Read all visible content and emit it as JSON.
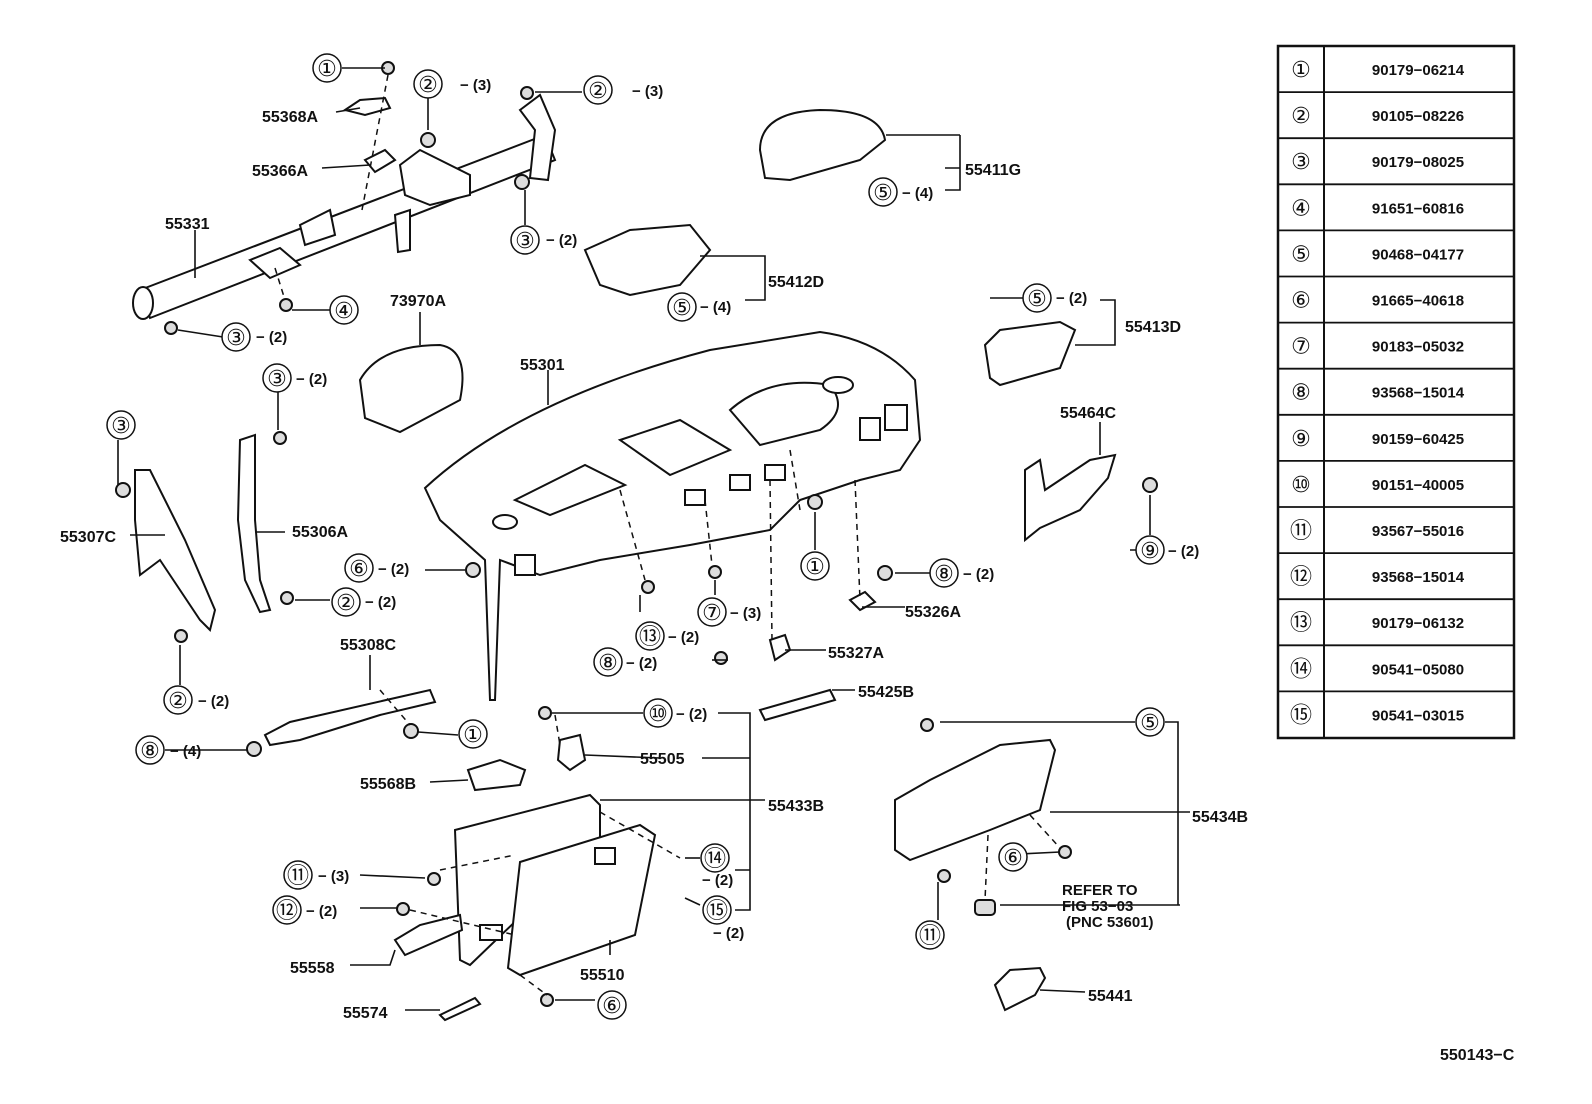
{
  "diagram_id": "550143−C",
  "table": [
    {
      "circ": "①",
      "pn": "90179−06214"
    },
    {
      "circ": "②",
      "pn": "90105−08226"
    },
    {
      "circ": "③",
      "pn": "90179−08025"
    },
    {
      "circ": "④",
      "pn": "91651−60816"
    },
    {
      "circ": "⑤",
      "pn": "90468−04177"
    },
    {
      "circ": "⑥",
      "pn": "91665−40618"
    },
    {
      "circ": "⑦",
      "pn": "90183−05032"
    },
    {
      "circ": "⑧",
      "pn": "93568−15014"
    },
    {
      "circ": "⑨",
      "pn": "90159−60425"
    },
    {
      "circ": "⑩",
      "pn": "90151−40005"
    },
    {
      "circ": "⑪",
      "pn": "93567−55016"
    },
    {
      "circ": "⑫",
      "pn": "93568−15014"
    },
    {
      "circ": "⑬",
      "pn": "90179−06132"
    },
    {
      "circ": "⑭",
      "pn": "90541−05080"
    },
    {
      "circ": "⑮",
      "pn": "90541−03015"
    }
  ],
  "labels": [
    {
      "id": "55368A",
      "text": "55368A"
    },
    {
      "id": "55366A",
      "text": "55366A"
    },
    {
      "id": "55331",
      "text": "55331"
    },
    {
      "id": "73970A",
      "text": "73970A"
    },
    {
      "id": "55301",
      "text": "55301"
    },
    {
      "id": "55411G",
      "text": "55411G"
    },
    {
      "id": "55412D",
      "text": "55412D"
    },
    {
      "id": "55413D",
      "text": "55413D"
    },
    {
      "id": "55464C",
      "text": "55464C"
    },
    {
      "id": "55307C",
      "text": "55307C"
    },
    {
      "id": "55306A",
      "text": "55306A"
    },
    {
      "id": "55308C",
      "text": "55308C"
    },
    {
      "id": "55326A",
      "text": "55326A"
    },
    {
      "id": "55327A",
      "text": "55327A"
    },
    {
      "id": "55425B",
      "text": "55425B"
    },
    {
      "id": "55505",
      "text": "55505"
    },
    {
      "id": "55568B",
      "text": "55568B"
    },
    {
      "id": "55433B",
      "text": "55433B"
    },
    {
      "id": "55434B",
      "text": "55434B"
    },
    {
      "id": "55558",
      "text": "55558"
    },
    {
      "id": "55510",
      "text": "55510"
    },
    {
      "id": "55574",
      "text": "55574"
    },
    {
      "id": "55441",
      "text": "55441"
    }
  ],
  "callouts": [
    {
      "id": "c1a",
      "circ": "①",
      "qty": ""
    },
    {
      "id": "c2a",
      "circ": "②",
      "qty": "(3)"
    },
    {
      "id": "c2b",
      "circ": "②",
      "qty": "(3)"
    },
    {
      "id": "c3a",
      "circ": "③",
      "qty": "(2)"
    },
    {
      "id": "c4a",
      "circ": "④",
      "qty": ""
    },
    {
      "id": "c3b",
      "circ": "③",
      "qty": "(2)"
    },
    {
      "id": "c5a",
      "circ": "⑤",
      "qty": "(4)"
    },
    {
      "id": "c5b",
      "circ": "⑤",
      "qty": "(4)"
    },
    {
      "id": "c5c",
      "circ": "⑤",
      "qty": "(2)"
    },
    {
      "id": "c3c",
      "circ": "③",
      "qty": "(2)"
    },
    {
      "id": "c3d",
      "circ": "③",
      "qty": ""
    },
    {
      "id": "c6a",
      "circ": "⑥",
      "qty": "(2)"
    },
    {
      "id": "c2c",
      "circ": "②",
      "qty": "(2)"
    },
    {
      "id": "c2d",
      "circ": "②",
      "qty": "(2)"
    },
    {
      "id": "c1b",
      "circ": "①",
      "qty": ""
    },
    {
      "id": "c9a",
      "circ": "⑨",
      "qty": "(2)"
    },
    {
      "id": "c8a",
      "circ": "⑧",
      "qty": "(2)"
    },
    {
      "id": "c7a",
      "circ": "⑦",
      "qty": "(3)"
    },
    {
      "id": "c13a",
      "circ": "⑬",
      "qty": "(2)"
    },
    {
      "id": "c8b",
      "circ": "⑧",
      "qty": "(2)"
    },
    {
      "id": "c1c",
      "circ": "①",
      "qty": ""
    },
    {
      "id": "c8c",
      "circ": "⑧",
      "qty": "(4)"
    },
    {
      "id": "c10a",
      "circ": "⑩",
      "qty": "(2)"
    },
    {
      "id": "c5d",
      "circ": "⑤",
      "qty": ""
    },
    {
      "id": "c11a",
      "circ": "⑪",
      "qty": "(3)"
    },
    {
      "id": "c12a",
      "circ": "⑫",
      "qty": "(2)"
    },
    {
      "id": "c14a",
      "circ": "⑭",
      "qty": "(2)"
    },
    {
      "id": "c15a",
      "circ": "⑮",
      "qty": "(2)"
    },
    {
      "id": "c6b",
      "circ": "⑥",
      "qty": ""
    },
    {
      "id": "c11b",
      "circ": "⑪",
      "qty": ""
    },
    {
      "id": "c6c",
      "circ": "⑥",
      "qty": ""
    }
  ],
  "refer_note": [
    "REFER TO",
    "FIG 53−03",
    "(PNC 53601)"
  ]
}
